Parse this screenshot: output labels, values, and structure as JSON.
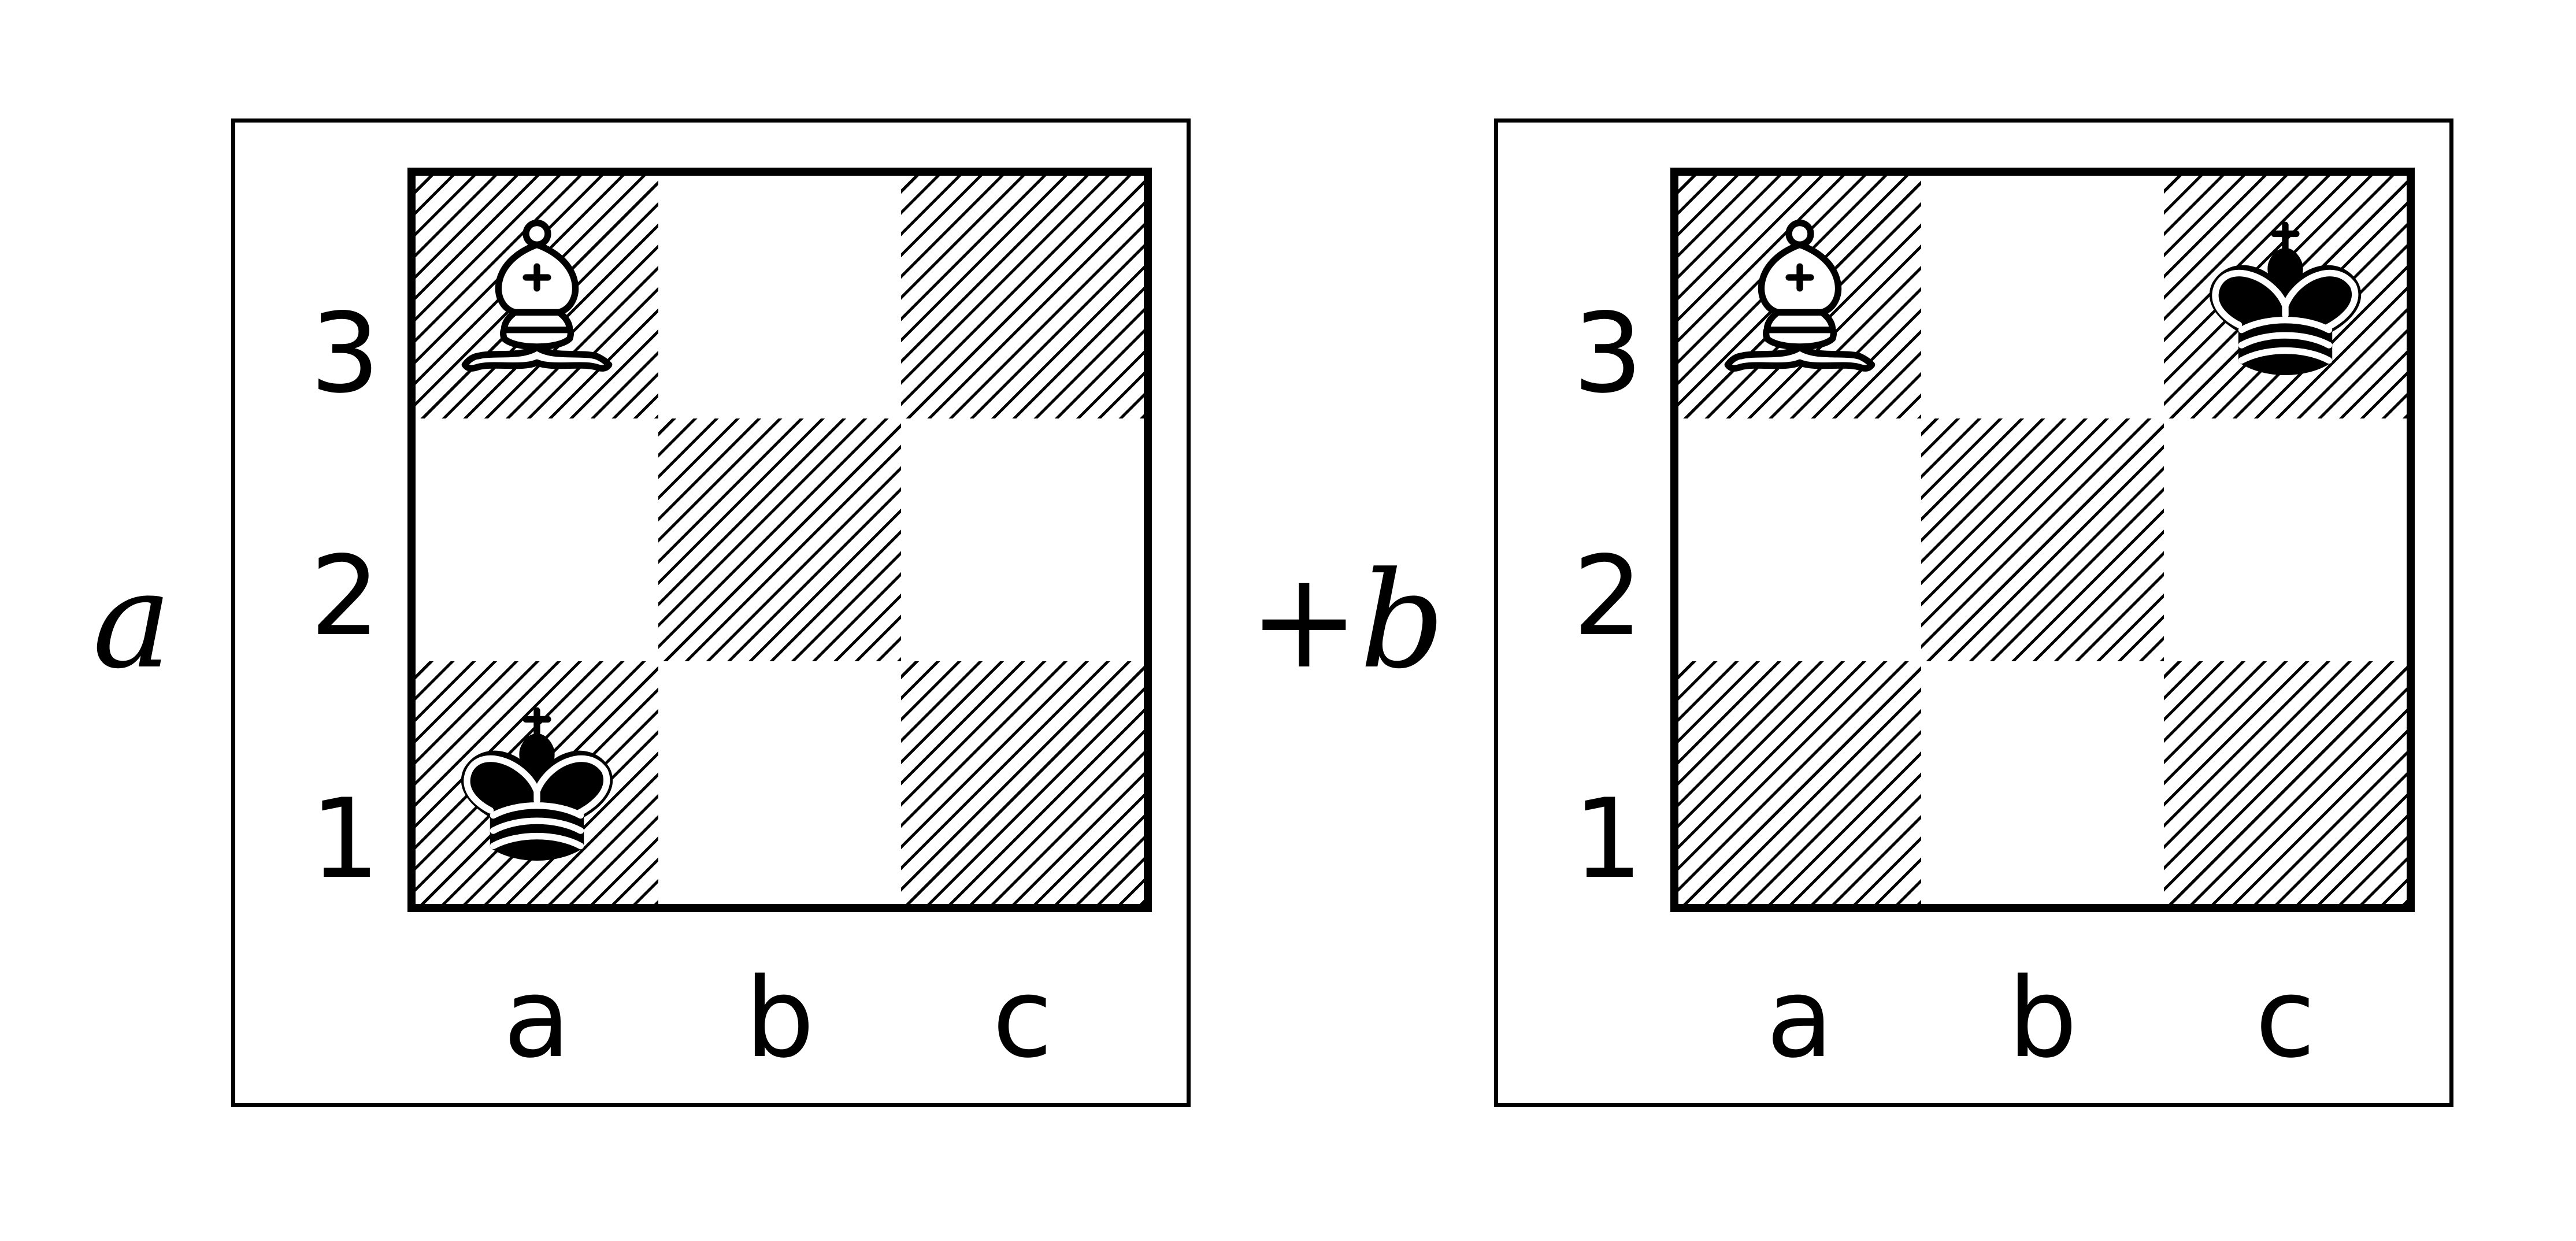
{
  "diagrams": [
    {
      "coefficient": "a",
      "ranks": [
        "3",
        "2",
        "1"
      ],
      "files": [
        "a",
        "b",
        "c"
      ],
      "pieces": [
        {
          "square": "a3",
          "piece": "white-bishop-icon"
        },
        {
          "square": "a1",
          "piece": "black-king-icon"
        }
      ]
    },
    {
      "coefficient": "+b",
      "ranks": [
        "3",
        "2",
        "1"
      ],
      "files": [
        "a",
        "b",
        "c"
      ],
      "pieces": [
        {
          "square": "a3",
          "piece": "white-bishop-icon"
        },
        {
          "square": "c3",
          "piece": "black-king-icon"
        }
      ]
    }
  ]
}
